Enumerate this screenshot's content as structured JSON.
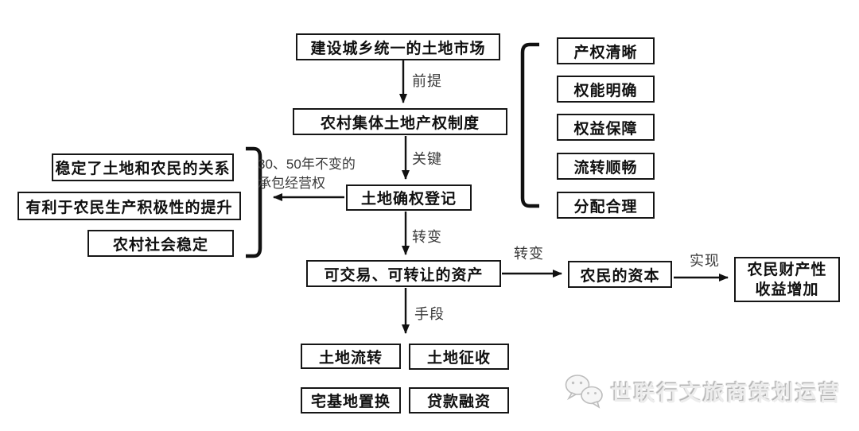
{
  "flow": {
    "top_box": "建设城乡统一的土地市场",
    "system_box": "农村集体土地产权制度",
    "registration_box": "土地确权登记",
    "asset_box": "可交易、可转让的资产",
    "capital_box": "农民的资本",
    "income_box_line1": "农民财产性",
    "income_box_line2": "收益增加"
  },
  "labels": {
    "premise": "前提",
    "key": "关键",
    "transform_down": "转变",
    "transform_right": "转变",
    "realize": "实现",
    "means": "手段",
    "contract_line1": "30、50年不变的",
    "contract_line2": "承包经营权"
  },
  "left_group": [
    "稳定了土地和农民的关系",
    "有利于农民生产积极性的提升",
    "农村社会稳定"
  ],
  "right_group": [
    "产权清晰",
    "权能明确",
    "权益保障",
    "流转顺畅",
    "分配合理"
  ],
  "means_group": [
    "土地流转",
    "土地征收",
    "宅基地置换",
    "贷款融资"
  ],
  "watermark": {
    "icon": "wechat-icon",
    "text": "世联行文旅商策划运营"
  },
  "colors": {
    "line": "#111111",
    "box_border": "#161616",
    "box_text": "#101010",
    "label_text": "#3a3a3a",
    "watermark_text": "#ededed"
  }
}
